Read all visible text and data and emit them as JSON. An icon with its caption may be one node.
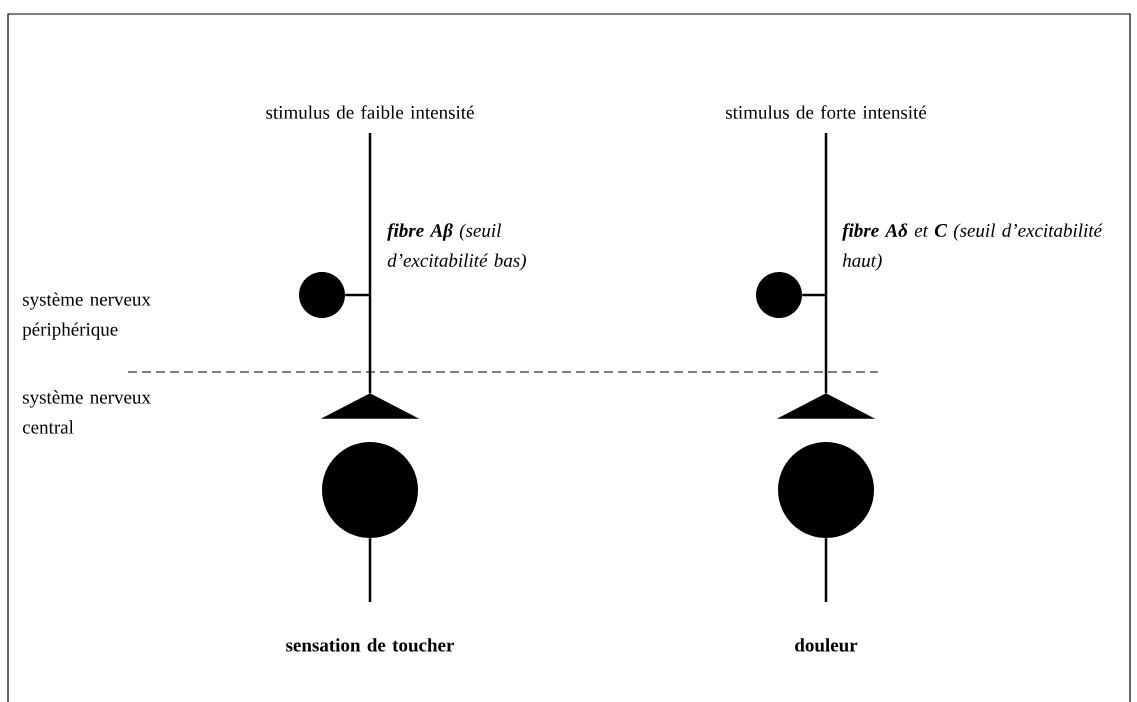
{
  "diagram": {
    "nodes": [
      {
        "text": [
          "stimulus de faible intensité"
        ]
      },
      {
        "text": [
          "stimulus de forte intensité"
        ]
      },
      {
        "text": [],
        "shape": "circle"
      },
      {
        "text": [],
        "shape": "circle"
      },
      {
        "text": [],
        "shape": "triangle"
      },
      {
        "text": [],
        "shape": "triangle"
      },
      {
        "text": [],
        "shape": "circle"
      },
      {
        "text": [],
        "shape": "circle"
      },
      {
        "text": [
          "sensation de toucher"
        ]
      },
      {
        "text": [
          "douleur"
        ]
      }
    ],
    "edges": [
      {
        "from": 0,
        "to": 4,
        "arrow": "none",
        "label": "**fibre Aβ** (seuil d’excitabilité bas)"
      },
      {
        "from": 1,
        "to": 5,
        "arrow": "none",
        "label": "**fibre Aδ** et **C** (seuil d’excitabilité haut)"
      },
      {
        "from": 2,
        "to": null,
        "arrow": "none"
      },
      {
        "from": 3,
        "to": null,
        "arrow": "none"
      },
      {
        "from": 6,
        "to": 8,
        "arrow": "none"
      },
      {
        "from": 7,
        "to": 9,
        "arrow": "none"
      }
    ],
    "labels": [
      "système nerveux périphérique",
      "système nerveux central"
    ]
  }
}
